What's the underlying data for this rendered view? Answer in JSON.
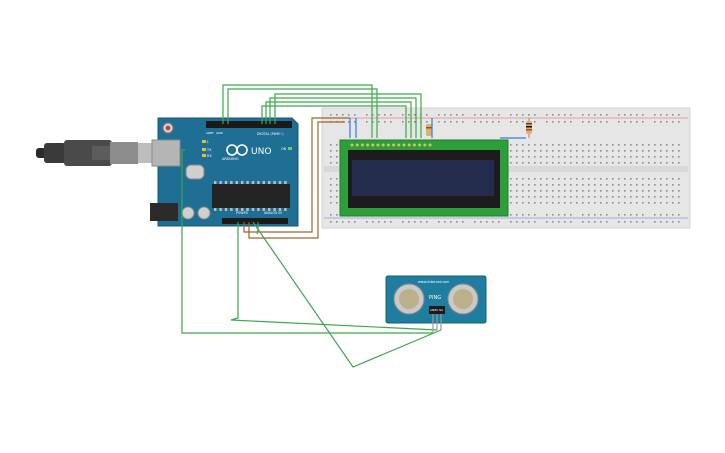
{
  "arduino": {
    "board_name": "UNO",
    "brand": "ARDUINO",
    "digital_label": "DIGITAL (PWM~)",
    "power_label": "POWER",
    "analog_label": "ANALOG IN",
    "l_label": "L",
    "tx_label": "TX",
    "rx_label": "RX",
    "on_label": "ON",
    "aref_label": "AREF",
    "gnd_label": "GND"
  },
  "sensor": {
    "brand": "www.tinkercad.com",
    "ping_label": "PING",
    "pin_labels": [
      "GND",
      "5V",
      "SIG"
    ]
  },
  "colors": {
    "board_blue": "#1f6f95",
    "wire_green": "#3aaa4a",
    "wire_brown": "#a0632e",
    "wire_blue": "#2f7fd1",
    "lcd_green": "#2e9e3b",
    "lcd_screen": "#232c4d",
    "breadboard": "#e6e6e6",
    "sensor_teal": "#1f7ea0"
  }
}
